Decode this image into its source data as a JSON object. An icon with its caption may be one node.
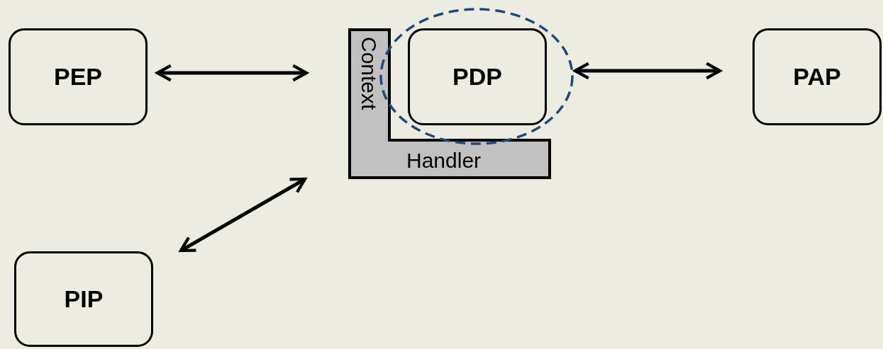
{
  "diagram": {
    "nodes": [
      {
        "text": [
          "PEP"
        ]
      },
      {
        "text": [
          "Context",
          "Handler"
        ]
      },
      {
        "text": [],
        "shape": "circle"
      },
      {
        "text": [
          "PDP"
        ],
        "in": 2
      },
      {
        "text": [
          "PAP"
        ]
      },
      {
        "text": [
          "PIP"
        ]
      }
    ],
    "edges": [
      {
        "from": 0,
        "to": 1,
        "arrow": "both"
      },
      {
        "from": 2,
        "to": 4,
        "arrow": "both"
      },
      {
        "from": 5,
        "to": 1,
        "arrow": "both"
      }
    ]
  }
}
